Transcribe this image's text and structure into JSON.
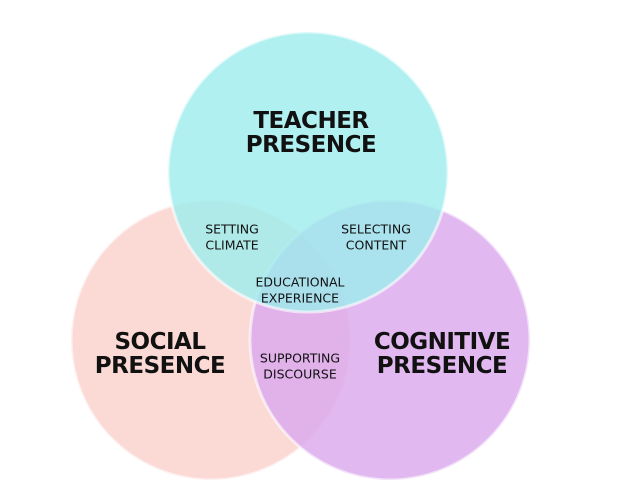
{
  "colors": {
    "teacher": "#aef0f0",
    "social": "#fbdad6",
    "cognitive": "#e2b4f1"
  },
  "circles": {
    "teacher": "TEACHER\nPRESENCE",
    "social": "SOCIAL\nPRESENCE",
    "cognitive": "COGNITIVE\nPRESENCE"
  },
  "overlaps": {
    "teacher_social": "SETTING\nCLIMATE",
    "teacher_cognitive": "SELECTING\nCONTENT",
    "social_cognitive": "SUPPORTING\nDISCOURSE",
    "center": "EDUCATIONAL\nEXPERIENCE"
  }
}
